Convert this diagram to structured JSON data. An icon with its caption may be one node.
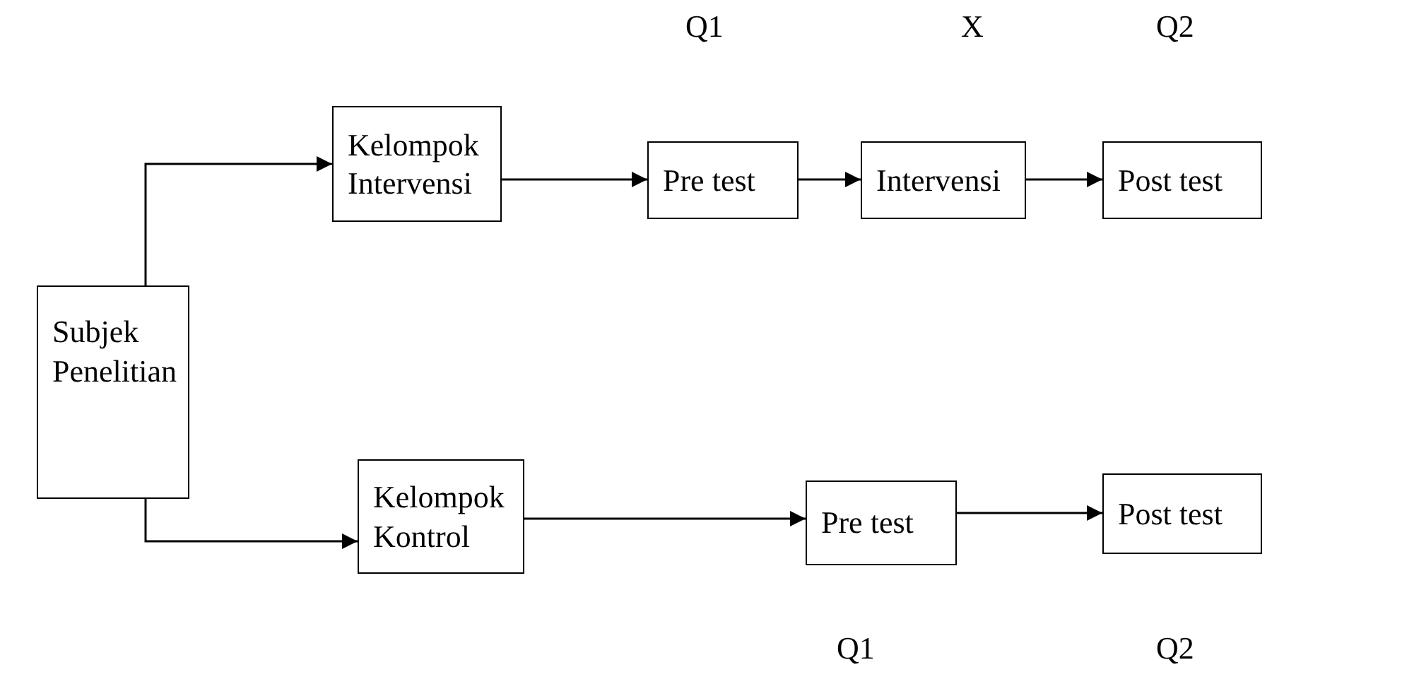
{
  "diagram": {
    "nodes": [
      {
        "text": [
          "Subjek Penelitian"
        ]
      },
      {
        "text": [
          "Kelompok Intervensi"
        ]
      },
      {
        "text": [
          "Pre test"
        ]
      },
      {
        "text": [
          "Intervensi"
        ]
      },
      {
        "text": [
          "Post test"
        ]
      },
      {
        "text": [
          "Kelompok Kontrol"
        ]
      },
      {
        "text": [
          "Pre test"
        ]
      },
      {
        "text": [
          "Post test"
        ]
      }
    ],
    "edges": [
      {
        "from": 0,
        "to": 1,
        "arrow": "to"
      },
      {
        "from": 0,
        "to": 5,
        "arrow": "to"
      },
      {
        "from": 1,
        "to": 2,
        "arrow": "to"
      },
      {
        "from": 2,
        "to": 3,
        "arrow": "to"
      },
      {
        "from": 3,
        "to": 4,
        "arrow": "to"
      },
      {
        "from": 5,
        "to": 6,
        "arrow": "to"
      },
      {
        "from": 6,
        "to": 7,
        "arrow": "to"
      }
    ],
    "labels": [
      "Q1",
      "X",
      "Q2",
      "Q1",
      "Q2"
    ]
  }
}
